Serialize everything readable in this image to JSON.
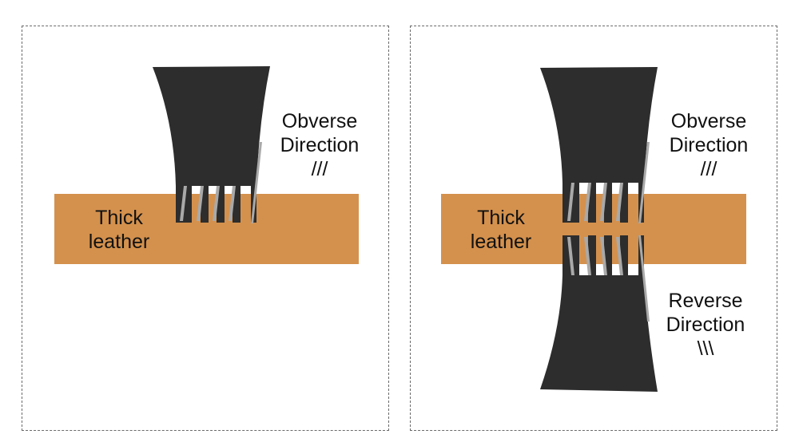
{
  "colors": {
    "leather": "#d4914d",
    "punch": "#2d2d2d",
    "slot_shadow": "#a9a9a9",
    "border": "#6a6a6a",
    "text": "#111111"
  },
  "panels": [
    {
      "leather_label": [
        "Thick",
        "leather"
      ],
      "obverse": {
        "line1": "Obverse",
        "line2": "Direction",
        "marks": "///"
      }
    },
    {
      "leather_label": [
        "Thick",
        "leather"
      ],
      "obverse": {
        "line1": "Obverse",
        "line2": "Direction",
        "marks": "///"
      },
      "reverse": {
        "line1": "Reverse",
        "line2": "Direction",
        "marks": "\\\\\\"
      }
    }
  ]
}
